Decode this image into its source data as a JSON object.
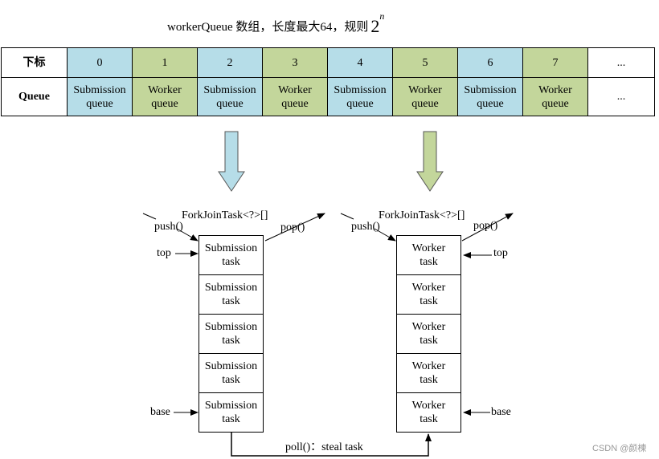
{
  "title": {
    "text": "workerQueue 数组，长度最大64，规则",
    "base": "2",
    "exp": "n"
  },
  "table": {
    "row1_header": "下标",
    "row2_header": "Queue",
    "indices": [
      "0",
      "1",
      "2",
      "3",
      "4",
      "5",
      "6",
      "7",
      "..."
    ],
    "queues": [
      [
        "Submission",
        "queue"
      ],
      [
        "Worker",
        "queue"
      ],
      [
        "Submission",
        "queue"
      ],
      [
        "Worker",
        "queue"
      ],
      [
        "Submission",
        "queue"
      ],
      [
        "Worker",
        "queue"
      ],
      [
        "Submission",
        "queue"
      ],
      [
        "Worker",
        "queue"
      ],
      [
        "..."
      ]
    ],
    "colors": {
      "submission": "#b6dde8",
      "worker": "#c3d69b"
    }
  },
  "left_stack": {
    "title": "ForkJoinTask<?>[]",
    "push": "push()",
    "pop": "pop()",
    "top": "top",
    "base": "base",
    "cells": [
      [
        "Submission",
        "task"
      ],
      [
        "Submission",
        "task"
      ],
      [
        "Submission",
        "task"
      ],
      [
        "Submission",
        "task"
      ],
      [
        "Submission",
        "task"
      ]
    ]
  },
  "right_stack": {
    "title": "ForkJoinTask<?>[]",
    "push": "push()",
    "pop": "pop()",
    "top": "top",
    "base": "base",
    "cells": [
      [
        "Worker",
        "task"
      ],
      [
        "Worker",
        "task"
      ],
      [
        "Worker",
        "task"
      ],
      [
        "Worker",
        "task"
      ],
      [
        "Worker",
        "task"
      ]
    ]
  },
  "steal_label": "poll()：steal task",
  "watermark": "CSDN @颜楝"
}
